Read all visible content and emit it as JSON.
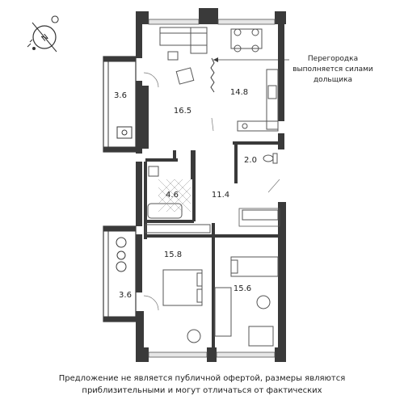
{
  "compass": {
    "letter": "N",
    "icon": "north-arrow-compass-icon"
  },
  "rooms": [
    {
      "id": "balcony-top",
      "area": "3.6"
    },
    {
      "id": "living",
      "area": "16.5"
    },
    {
      "id": "kitchen",
      "area": "14.8"
    },
    {
      "id": "wc",
      "area": "2.0"
    },
    {
      "id": "bathroom",
      "area": "4.6"
    },
    {
      "id": "hall",
      "area": "11.4"
    },
    {
      "id": "bedroom-1",
      "area": "15.8"
    },
    {
      "id": "bedroom-2",
      "area": "15.6"
    },
    {
      "id": "balcony-bottom",
      "area": "3.6"
    }
  ],
  "callout": {
    "line1": "Перегородка",
    "line2": "выполняется силами",
    "line3": "дольщика"
  },
  "disclaimer": {
    "line1": "Предложение не является публичной офертой, размеры являются",
    "line2": "приблизительными и могут отличаться от фактических"
  },
  "colors": {
    "wall": "#3a3a3a",
    "line": "#555555",
    "accent": "#8a8a8a"
  }
}
